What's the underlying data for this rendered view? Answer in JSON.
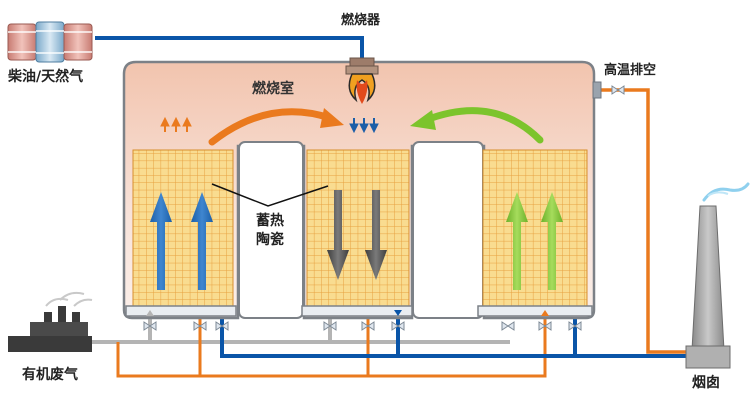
{
  "labels": {
    "fuel": "柴油/天然气",
    "burner": "燃烧器",
    "combustion_chamber": "燃烧室",
    "high_temp_exhaust": "高温排空",
    "ceramic_line1": "蓄热",
    "ceramic_line2": "陶瓷",
    "organic_waste_gas": "有机废气",
    "chimney": "烟囱"
  },
  "colors": {
    "blue_pipe": "#0a55a8",
    "orange_pipe": "#ea7a1e",
    "gray_pipe": "#b4b4b4",
    "green_flow": "#7cc42c",
    "hot_chamber_top": "#f3c9b4",
    "ceramic_fill": "#f8d98c",
    "ceramic_grid": "#e9a23a"
  },
  "icons": {
    "fuel_tanks": "fuel-barrels-icon",
    "burner": "burner-flame-icon",
    "factory": "factory-icon",
    "chimney": "chimney-icon"
  }
}
